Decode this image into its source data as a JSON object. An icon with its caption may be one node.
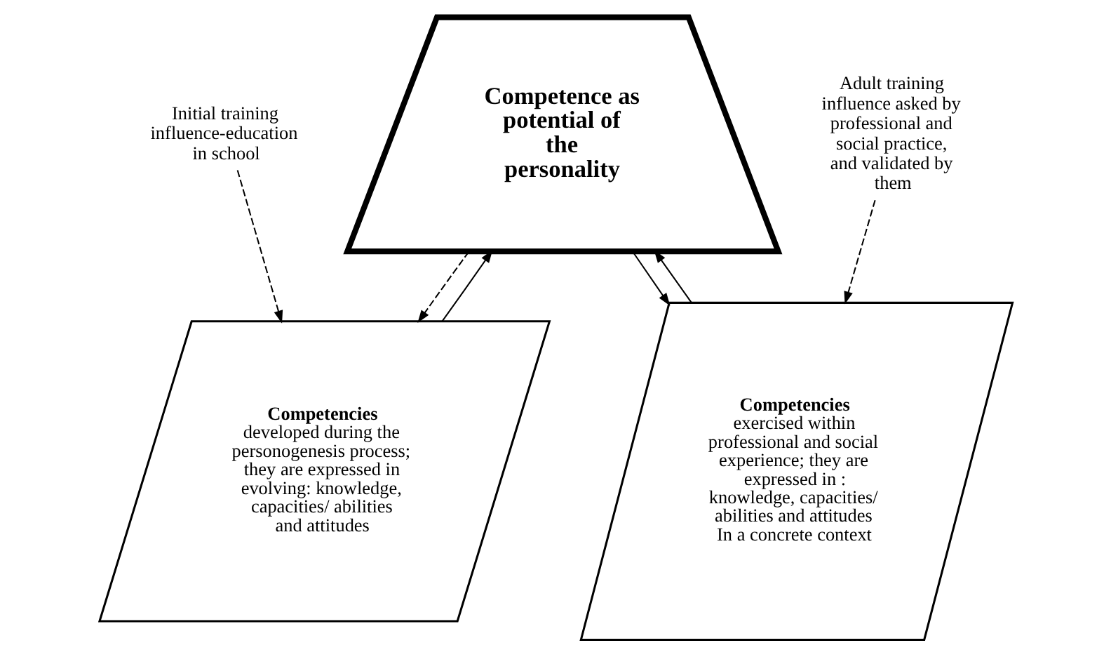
{
  "diagram": {
    "nodes": [
      {
        "text": [
          "Initial training influence-education in school"
        ]
      },
      {
        "text": [
          "Competence as potential of the personality"
        ]
      },
      {
        "text": [
          "Adult training influence asked by professional and social practice, and validated by them"
        ]
      },
      {
        "text": [
          "Competencies",
          "developed during the personogenesis process; they are expressed in evolving: knowledge, capacities/ abilities and attitudes"
        ]
      },
      {
        "text": [
          "Competencies",
          "exercised within professional and social experience; they are expressed in : knowledge, capacities/ abilities and attitudes",
          "In a concrete context"
        ]
      }
    ],
    "edges": [
      {
        "from": 0,
        "to": 3,
        "arrow": "to",
        "style": "dashed"
      },
      {
        "from": 2,
        "to": 4,
        "arrow": "to",
        "style": "dashed"
      },
      {
        "from": 3,
        "to": 1,
        "arrow": "to"
      },
      {
        "from": 1,
        "to": 3,
        "arrow": "to",
        "style": "dashed"
      },
      {
        "from": 1,
        "to": 4,
        "arrow": "to"
      },
      {
        "from": 4,
        "to": 1,
        "arrow": "to"
      }
    ]
  }
}
